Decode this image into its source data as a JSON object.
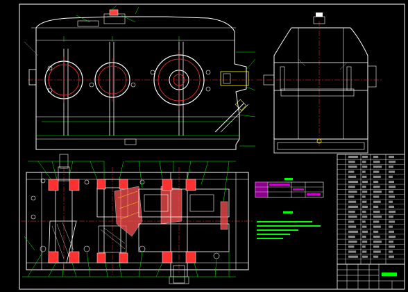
{
  "app": {
    "title": "",
    "colors": {
      "background": "#000000",
      "outline": "#ffffff",
      "leader": "#00ff00",
      "centerline": "#ff3030",
      "hatch": "#ff3030",
      "gear_fill": "#ff5050",
      "yellow": "#ffff00",
      "magenta": "#ff00ff",
      "table_line": "#ffffff"
    }
  },
  "drawing": {
    "title_block": {
      "rows": 10,
      "label": ""
    },
    "parts_table": {
      "rows": 22
    },
    "notes": {
      "tech_lines": 4
    }
  }
}
